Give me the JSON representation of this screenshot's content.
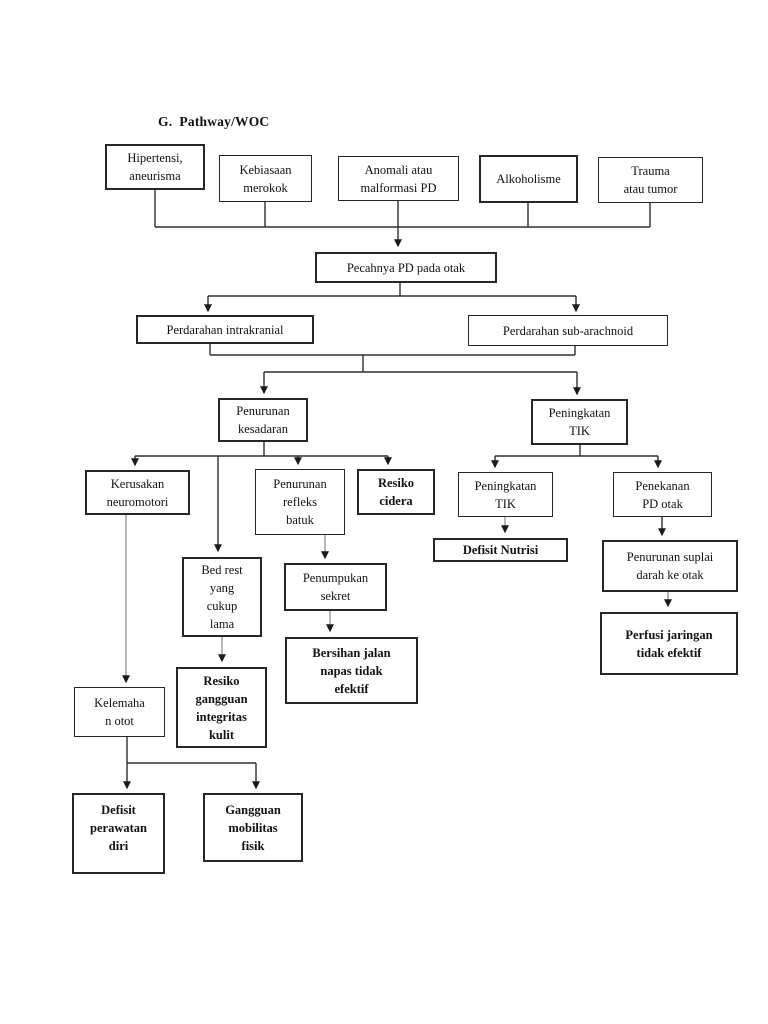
{
  "title": "G.  Pathway/WOC",
  "colors": {
    "background": "#ffffff",
    "ink": "#111111",
    "line_primary": "#2e2e2e",
    "line_secondary": "#8f8f8f"
  },
  "nodes": {
    "hipertensi": {
      "label": "Hipertensi,\naneurisma"
    },
    "kebiasaan": {
      "label": "Kebiasaan\nmerokok"
    },
    "anomali": {
      "label": "Anomali atau\nmalformasi PD"
    },
    "alkoholisme": {
      "label": "Alkoholisme"
    },
    "trauma": {
      "label": "Trauma\natau tumor"
    },
    "pecahnya": {
      "label": "Pecahnya PD pada otak"
    },
    "intrakranial": {
      "label": "Perdarahan intrakranial"
    },
    "subarachnoid": {
      "label": "Perdarahan sub-arachnoid"
    },
    "penurunan_kesadaran": {
      "label": "Penurunan\nkesadaran"
    },
    "peningkatan_tik": {
      "label": "Peningkatan\nTIK"
    },
    "kerusakan_neuromotori": {
      "label": "Kerusakan\nneuromotori"
    },
    "penurunan_refleks_batuk": {
      "label": "Penurunan\nrefleks\nbatuk"
    },
    "resiko_cidera": {
      "label": "Resiko\ncidera",
      "bold": true
    },
    "peningkatan_tik_2": {
      "label": "Peningkatan\nTIK"
    },
    "penekanan_pd_otak": {
      "label": "Penekanan\nPD otak"
    },
    "defisit_nutrisi": {
      "label": "Defisit Nutrisi",
      "bold": true
    },
    "penurunan_suplai": {
      "label": "Penurunan suplai\ndarah ke otak"
    },
    "perfusi_jaringan": {
      "label": "Perfusi jaringan\ntidak efektif",
      "bold": true
    },
    "bed_rest": {
      "label": "Bed rest\nyang\ncukup\nlama"
    },
    "penumpukan_sekret": {
      "label": "Penumpukan\nsekret"
    },
    "bersihan_jalan_napas": {
      "label": "Bersihan jalan\nnapas tidak\nefektif",
      "bold": true
    },
    "kelemahan_otot": {
      "label": "Kelemaha\nn otot"
    },
    "resiko_integritas_kulit": {
      "label": "Resiko\ngangguan\nintegritas\nkulit",
      "bold": true
    },
    "defisit_perawatan_diri": {
      "label": "Defisit\nperawatan\ndiri",
      "bold": true
    },
    "gangguan_mobilitas_fisik": {
      "label": "Gangguan\nmobilitas\nfisik",
      "bold": true
    }
  },
  "edges": [
    {
      "from": "hipertensi",
      "to": "pecahnya"
    },
    {
      "from": "kebiasaan",
      "to": "pecahnya"
    },
    {
      "from": "anomali",
      "to": "pecahnya"
    },
    {
      "from": "alkoholisme",
      "to": "pecahnya"
    },
    {
      "from": "trauma",
      "to": "pecahnya"
    },
    {
      "from": "pecahnya",
      "to": "intrakranial"
    },
    {
      "from": "pecahnya",
      "to": "subarachnoid"
    },
    {
      "from": "intrakranial",
      "to": "penurunan_kesadaran"
    },
    {
      "from": "intrakranial",
      "to": "peningkatan_tik"
    },
    {
      "from": "subarachnoid",
      "to": "penurunan_kesadaran"
    },
    {
      "from": "subarachnoid",
      "to": "peningkatan_tik"
    },
    {
      "from": "penurunan_kesadaran",
      "to": "kerusakan_neuromotori"
    },
    {
      "from": "penurunan_kesadaran",
      "to": "penurunan_refleks_batuk"
    },
    {
      "from": "penurunan_kesadaran",
      "to": "resiko_cidera"
    },
    {
      "from": "penurunan_kesadaran",
      "to": "bed_rest"
    },
    {
      "from": "kerusakan_neuromotori",
      "to": "kelemahan_otot"
    },
    {
      "from": "penurunan_refleks_batuk",
      "to": "penumpukan_sekret"
    },
    {
      "from": "penumpukan_sekret",
      "to": "bersihan_jalan_napas"
    },
    {
      "from": "bed_rest",
      "to": "resiko_integritas_kulit"
    },
    {
      "from": "kelemahan_otot",
      "to": "defisit_perawatan_diri"
    },
    {
      "from": "kelemahan_otot",
      "to": "gangguan_mobilitas_fisik"
    },
    {
      "from": "peningkatan_tik",
      "to": "peningkatan_tik_2"
    },
    {
      "from": "peningkatan_tik",
      "to": "penekanan_pd_otak"
    },
    {
      "from": "peningkatan_tik_2",
      "to": "defisit_nutrisi"
    },
    {
      "from": "penekanan_pd_otak",
      "to": "penurunan_suplai"
    },
    {
      "from": "penurunan_suplai",
      "to": "perfusi_jaringan"
    }
  ]
}
